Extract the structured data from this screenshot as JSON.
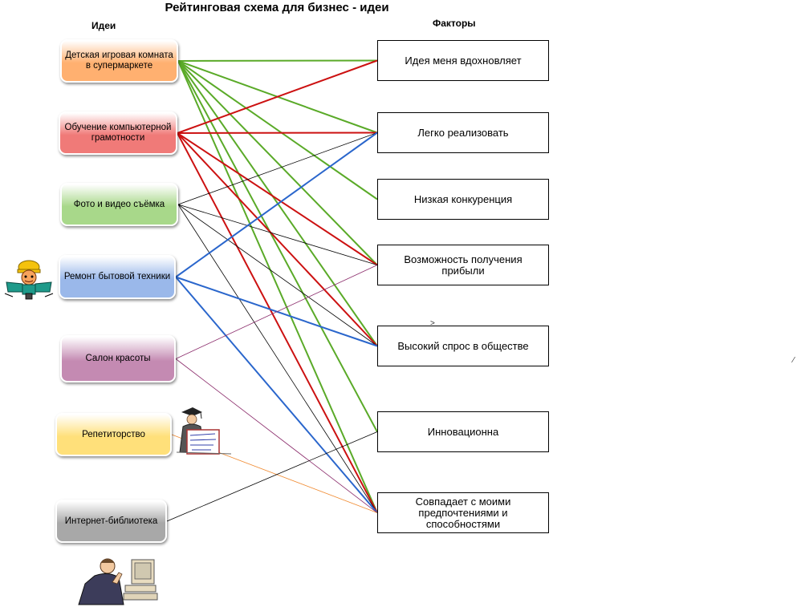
{
  "title": "Рейтинговая схема для бизнес - идеи",
  "ideas_header": "Идеи",
  "factors_header": "Факторы",
  "ideas": [
    {
      "label": "Детская игровая комната в супермаркете",
      "color": "#ffb070"
    },
    {
      "label": "Обучение компьютерной грамотности",
      "color": "#f07a78"
    },
    {
      "label": "Фото и видео съёмка",
      "color": "#a8d88a"
    },
    {
      "label": "Ремонт бытовой техники",
      "color": "#9ab8ea"
    },
    {
      "label": "Салон красоты",
      "color": "#c48ab2"
    },
    {
      "label": "Репетиторство",
      "color": "#ffe07a"
    },
    {
      "label": "Интернет-библиотека",
      "color": "#a8a8a8"
    }
  ],
  "factors": [
    {
      "label": "Идея меня вдохновляет"
    },
    {
      "label": "Легко реализовать"
    },
    {
      "label": "Низкая конкуренция"
    },
    {
      "label": "Возможность получения прибыли"
    },
    {
      "label": "Высокий спрос в обществе"
    },
    {
      "label": "Инновационна"
    },
    {
      "label": "Совпадает с моими предпочтениями и способностями"
    }
  ],
  "connections": [
    {
      "idea": 0,
      "factors": [
        0,
        1,
        2,
        3,
        4,
        5,
        6
      ],
      "color": "#5aaa28"
    },
    {
      "idea": 1,
      "factors": [
        0,
        1,
        3,
        4,
        6
      ],
      "color": "#cc1111"
    },
    {
      "idea": 2,
      "factors": [
        1,
        3,
        4,
        6
      ],
      "color": "#000000"
    },
    {
      "idea": 3,
      "factors": [
        1,
        4,
        6
      ],
      "color": "#2a66cc"
    },
    {
      "idea": 4,
      "factors": [
        3,
        6
      ],
      "color": "#8a2a6a"
    },
    {
      "idea": 5,
      "factors": [
        6
      ],
      "color": "#f08a30"
    },
    {
      "idea": 6,
      "factors": [
        5
      ],
      "color": "#000000"
    }
  ]
}
